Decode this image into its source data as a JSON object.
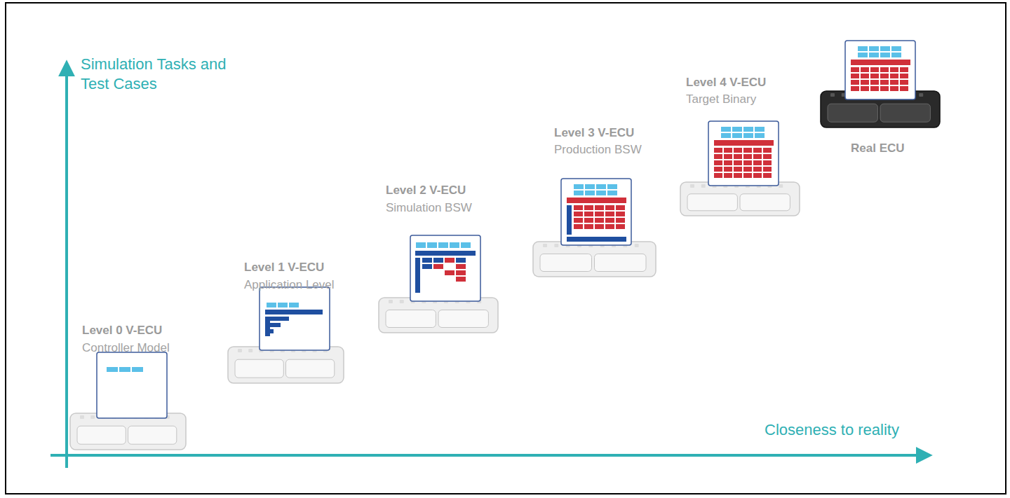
{
  "diagram": {
    "labels": [
      "Simulation Tasks and Test Cases",
      "Closeness to reality",
      "Level 0 V-ECU",
      "Controller Model",
      "Level 1 V-ECU",
      "Application Level",
      "Level 2 V-ECU",
      "Simulation BSW",
      "Level 3 V-ECU",
      "Production BSW",
      "Level 4 V-ECU",
      "Target Binary",
      "Real ECU"
    ]
  }
}
